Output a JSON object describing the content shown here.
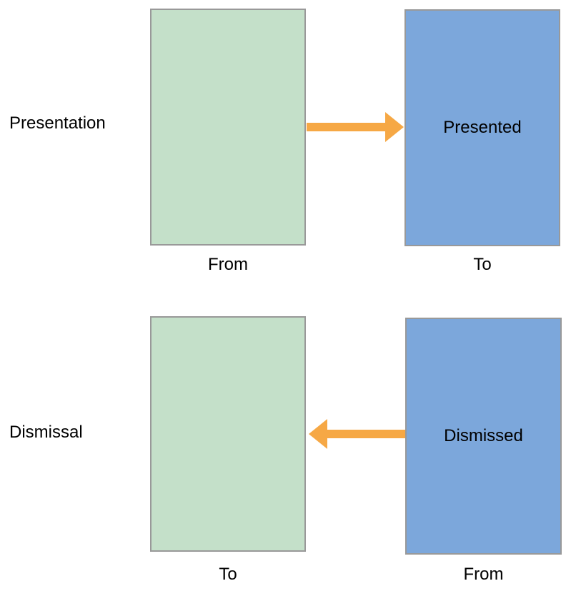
{
  "colors": {
    "background": "#FFFFFF",
    "green_box": "#C4E0C9",
    "blue_box": "#7CA7DB",
    "box_border": "#999999",
    "arrow": "#F6A845",
    "text": "#000000"
  },
  "rows": [
    {
      "label": "Presentation",
      "arrow_direction": "right",
      "left_box": {
        "text": "",
        "caption": "From",
        "color": "green"
      },
      "right_box": {
        "text": "Presented",
        "caption": "To",
        "color": "blue"
      }
    },
    {
      "label": "Dismissal",
      "arrow_direction": "left",
      "left_box": {
        "text": "",
        "caption": "To",
        "color": "green"
      },
      "right_box": {
        "text": "Dismissed",
        "caption": "From",
        "color": "blue"
      }
    }
  ]
}
